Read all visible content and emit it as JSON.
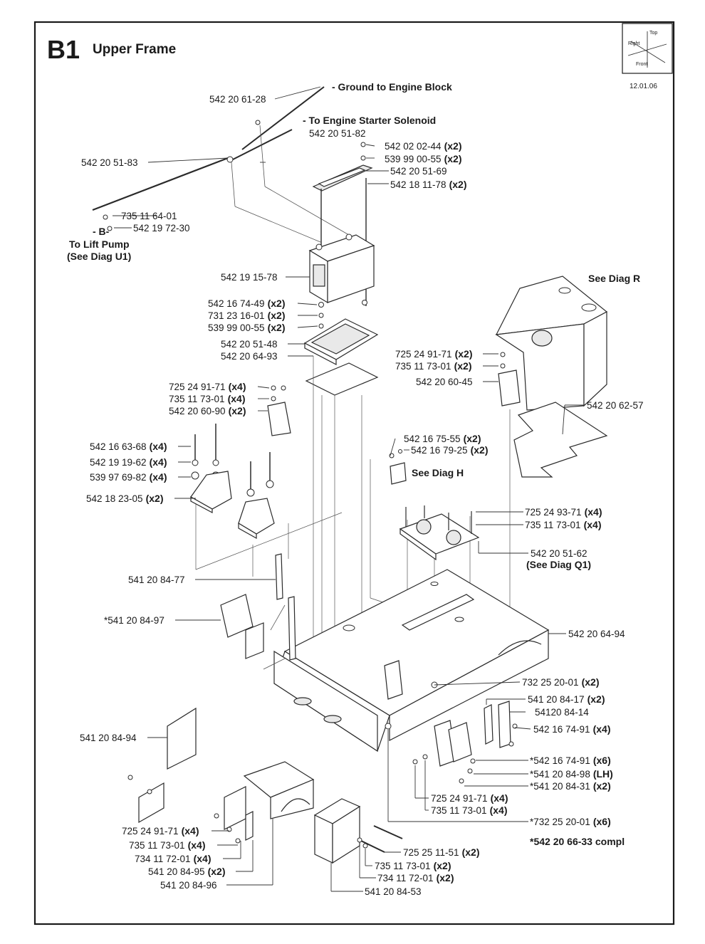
{
  "header": {
    "code": "B1",
    "title": "Upper Frame",
    "date": "12.01.06"
  },
  "orientation": {
    "top": "Top",
    "right": "Right",
    "front": "Front"
  },
  "callouts": [
    {
      "part": "- Ground to Engine Block"
    },
    {
      "part": "- To Engine Starter Solenoid"
    },
    {
      "part": "542 20 61-28"
    },
    {
      "part": "542 20 51-82"
    },
    {
      "part": "542 02 02-44",
      "qty": "(x2)"
    },
    {
      "part": "539 99 00-55",
      "qty": "(x2)"
    },
    {
      "part": "542 20 51-69"
    },
    {
      "part": "542 18 11-78",
      "qty": "(x2)"
    },
    {
      "part": "542 20 51-83"
    },
    {
      "part": "735 11 64-01"
    },
    {
      "part": "542 19 72-30"
    },
    {
      "part": "- B-"
    },
    {
      "part": "To Lift Pump"
    },
    {
      "part": "(See Diag U1)"
    },
    {
      "part": "542 19 15-78"
    },
    {
      "part": "See Diag R"
    },
    {
      "part": "542 16 74-49",
      "qty": "(x2)"
    },
    {
      "part": "731 23 16-01",
      "qty": "(x2)"
    },
    {
      "part": "539 99 00-55",
      "qty": "(x2)"
    },
    {
      "part": "542 20 51-48"
    },
    {
      "part": "542 20 64-93"
    },
    {
      "part": "725 24 91-71",
      "qty": "(x2)"
    },
    {
      "part": "735 11 73-01",
      "qty": "(x2)"
    },
    {
      "part": "542 20 60-45"
    },
    {
      "part": "725 24 91-71",
      "qty": "(x4)"
    },
    {
      "part": "735 11 73-01",
      "qty": "(x4)"
    },
    {
      "part": "542 20 60-90",
      "qty": "(x2)"
    },
    {
      "part": "542 20 62-57"
    },
    {
      "part": "542 16 75-55",
      "qty": "(x2)"
    },
    {
      "part": "542 16 79-25",
      "qty": "(x2)"
    },
    {
      "part": "See Diag H"
    },
    {
      "part": "542 16 63-68",
      "qty": "(x4)"
    },
    {
      "part": "542 19 19-62",
      "qty": "(x4)"
    },
    {
      "part": "539 97 69-82",
      "qty": "(x4)"
    },
    {
      "part": "542 18 23-05",
      "qty": "(x2)"
    },
    {
      "part": "725 24 93-71",
      "qty": "(x4)"
    },
    {
      "part": "735 11 73-01",
      "qty": "(x4)"
    },
    {
      "part": "542 20 51-62"
    },
    {
      "part": "(See Diag Q1)"
    },
    {
      "part": "541 20 84-77"
    },
    {
      "part": "*541 20 84-97"
    },
    {
      "part": "542 20 64-94"
    },
    {
      "part": "732 25 20-01",
      "qty": "(x2)"
    },
    {
      "part": "541 20 84-17",
      "qty": "(x2)"
    },
    {
      "part": "54120 84-14"
    },
    {
      "part": "542 16 74-91",
      "qty": "(x4)"
    },
    {
      "part": "541 20 84-94"
    },
    {
      "part": "*542 16 74-91",
      "qty": "(x6)"
    },
    {
      "part": "*541 20 84-98",
      "qty": "(LH)"
    },
    {
      "part": "*541 20 84-31",
      "qty": "(x2)"
    },
    {
      "part": "725 24 91-71",
      "qty": "(x4)"
    },
    {
      "part": "735 11 73-01",
      "qty": "(x4)"
    },
    {
      "part": "*732 25 20-01",
      "qty": "(x6)"
    },
    {
      "part": "*542 20 66-33 compl"
    },
    {
      "part": "725 24 91-71",
      "qty": "(x4)"
    },
    {
      "part": "735 11 73-01",
      "qty": "(x4)"
    },
    {
      "part": "734 11 72-01",
      "qty": "(x4)"
    },
    {
      "part": "725 25 11-51",
      "qty": "(x2)"
    },
    {
      "part": "735 11 73-01",
      "qty": "(x2)"
    },
    {
      "part": "541 20 84-95",
      "qty": "(x2)"
    },
    {
      "part": "734 11 72-01",
      "qty": "(x2)"
    },
    {
      "part": "541 20 84-96"
    },
    {
      "part": "541 20 84-53"
    }
  ]
}
